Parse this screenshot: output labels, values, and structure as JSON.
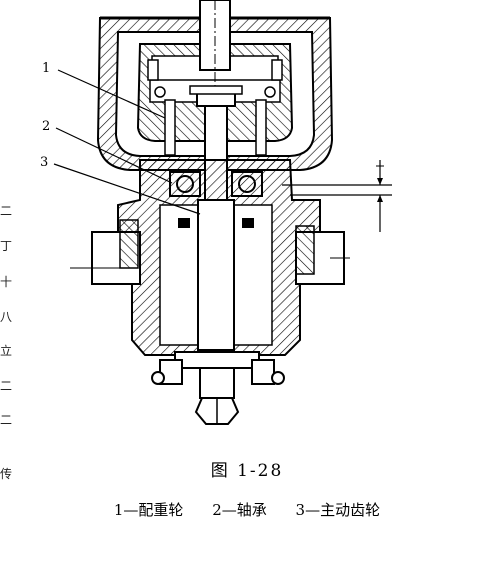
{
  "figure": {
    "caption": "图  1-28",
    "legend": [
      "1—配重轮",
      "2—轴承",
      "3—主动齿轮"
    ],
    "callouts": [
      "1",
      "2",
      "3"
    ],
    "edge_marks": [
      "二",
      "丁",
      "十",
      "八",
      "立",
      "二",
      "二",
      "传"
    ]
  }
}
